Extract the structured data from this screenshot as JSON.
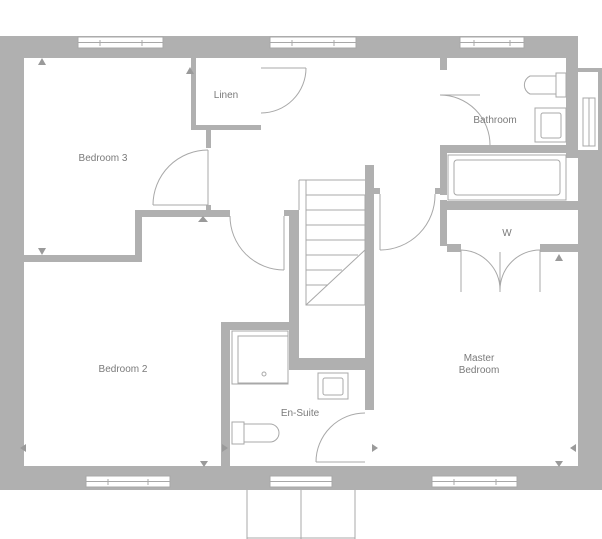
{
  "floorplan": {
    "rooms": {
      "bedroom3": "Bedroom 3",
      "linen": "Linen",
      "bathroom": "Bathroom",
      "wardrobe": "W",
      "bedroom2": "Bedroom 2",
      "master_line1": "Master",
      "master_line2": "Bedroom",
      "ensuite": "En-Suite"
    },
    "colors": {
      "wall": "#b0b0b0",
      "line": "#a8a8a8",
      "marker": "#9a9a9a",
      "text": "#7a7a7a"
    }
  }
}
